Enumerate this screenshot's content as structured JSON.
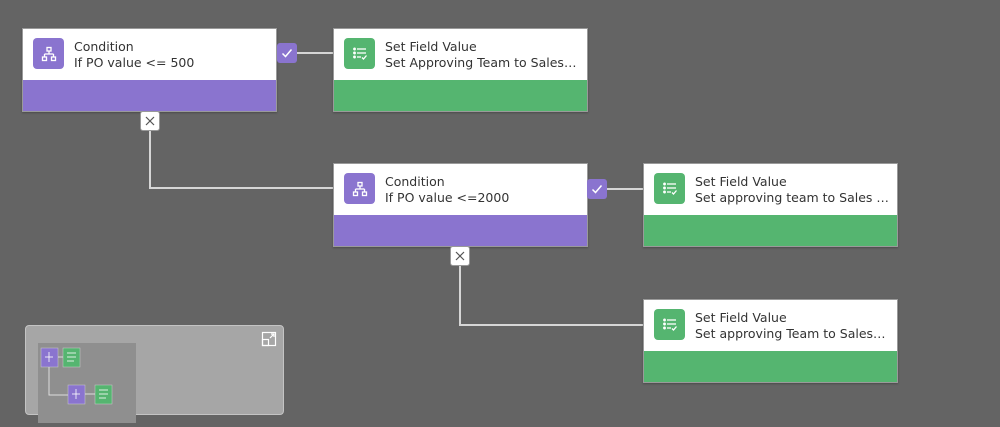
{
  "colors": {
    "canvas": "#646464",
    "condition_accent": "#8a74cf",
    "action_accent": "#55b570",
    "connector": "#d6d6d6"
  },
  "nodes": {
    "condition1": {
      "title": "Condition",
      "subtitle": "If PO value <= 500",
      "icon": "branch-icon"
    },
    "action1": {
      "title": "Set Field Value",
      "subtitle": "Set Approving Team to Sales Te...",
      "icon": "checklist-icon"
    },
    "condition2": {
      "title": "Condition",
      "subtitle": "If PO value <=2000",
      "icon": "branch-icon"
    },
    "action2": {
      "title": "Set Field Value",
      "subtitle": "Set approving team to Sales Tea...",
      "icon": "checklist-icon"
    },
    "action3": {
      "title": "Set Field Value",
      "subtitle": "Set approving Team to Sales Ma...",
      "icon": "checklist-icon"
    }
  },
  "badges": {
    "yes": "check-icon",
    "no": "x-icon"
  },
  "minimap": {
    "expand_icon": "expand-icon"
  }
}
